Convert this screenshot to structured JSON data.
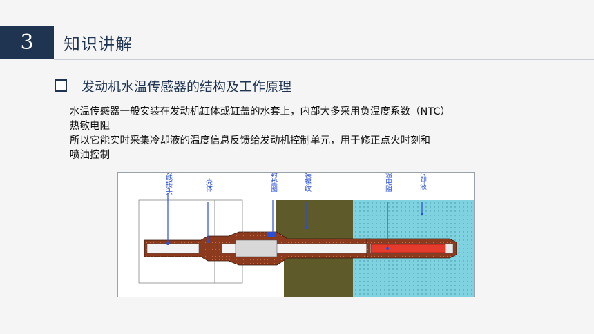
{
  "header": {
    "number": "3",
    "title": "知识讲解"
  },
  "section": {
    "heading": "发动机水温传感器的结构及工作原理"
  },
  "body": {
    "lines": [
      "水温传感器一般安装在发动机缸体或缸盖的水套上，内部大多采用负温度系数（NTC）",
      "热敏电阻",
      "所以它能实时采集冷却液的温度信息反馈给发动机控制单元，用于修正点火时刻和",
      "喷油控制"
    ]
  },
  "diagram": {
    "labels": {
      "lead_connector": "引线接头",
      "housing": "壳体",
      "seal_washer": "密封垫圈",
      "mount_thread": "安装螺纹",
      "thermistor": "测温电阻",
      "coolant": "冷却液"
    },
    "colors": {
      "label_blue": "#2a4fd6",
      "housing_brown": "#8b3a1e",
      "block_olive": "#5e5a2a",
      "coolant_cyan": "#7fd3e0",
      "thermistor_red": "#e53b2c"
    }
  }
}
